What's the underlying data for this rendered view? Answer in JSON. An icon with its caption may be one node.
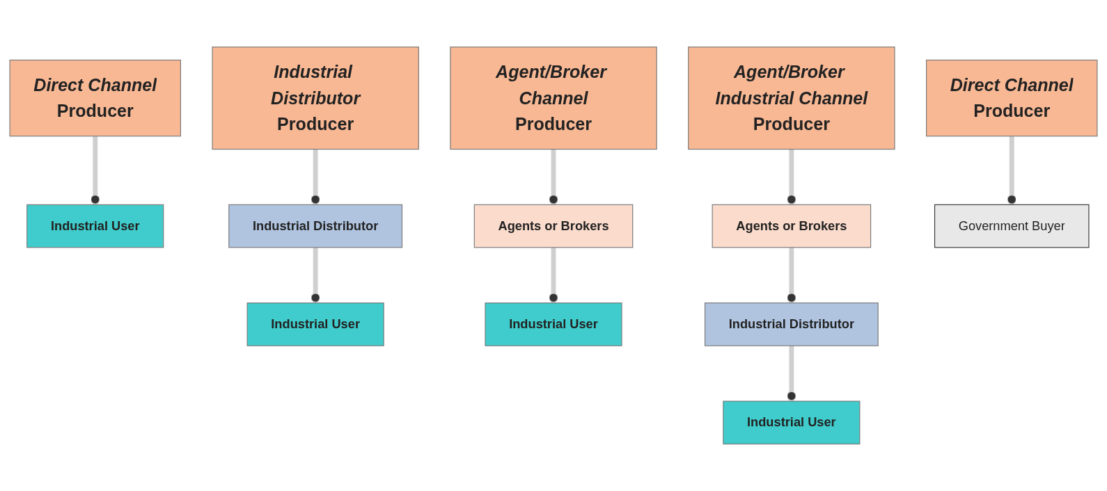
{
  "diagram": {
    "nodes": [
      {
        "text": [
          "Direct Channel",
          "Producer"
        ]
      },
      {
        "text": [
          "Industrial User"
        ]
      },
      {
        "text": [
          "Industrial Distributor",
          "Producer"
        ]
      },
      {
        "text": [
          "Industrial Distributor"
        ]
      },
      {
        "text": [
          "Industrial User"
        ]
      },
      {
        "text": [
          "Agent/Broker Channel",
          "Producer"
        ]
      },
      {
        "text": [
          "Agents or Brokers"
        ]
      },
      {
        "text": [
          "Industrial User"
        ]
      },
      {
        "text": [
          "Agent/Broker Industrial Channel",
          "Producer"
        ]
      },
      {
        "text": [
          "Agents or Brokers"
        ]
      },
      {
        "text": [
          "Industrial Distributor"
        ]
      },
      {
        "text": [
          "Industrial User"
        ]
      },
      {
        "text": [
          "Direct Channel",
          "Producer"
        ]
      },
      {
        "text": [
          "Government Buyer"
        ]
      }
    ],
    "edges": [
      {
        "from": 0,
        "to": 1,
        "arrow": "other"
      },
      {
        "from": 2,
        "to": 3,
        "arrow": "other"
      },
      {
        "from": 3,
        "to": 4,
        "arrow": "other"
      },
      {
        "from": 5,
        "to": 6,
        "arrow": "other"
      },
      {
        "from": 6,
        "to": 7,
        "arrow": "other"
      },
      {
        "from": 8,
        "to": 9,
        "arrow": "other"
      },
      {
        "from": 9,
        "to": 10,
        "arrow": "other"
      },
      {
        "from": 10,
        "to": 11,
        "arrow": "other"
      },
      {
        "from": 12,
        "to": 13,
        "arrow": "other"
      }
    ]
  }
}
